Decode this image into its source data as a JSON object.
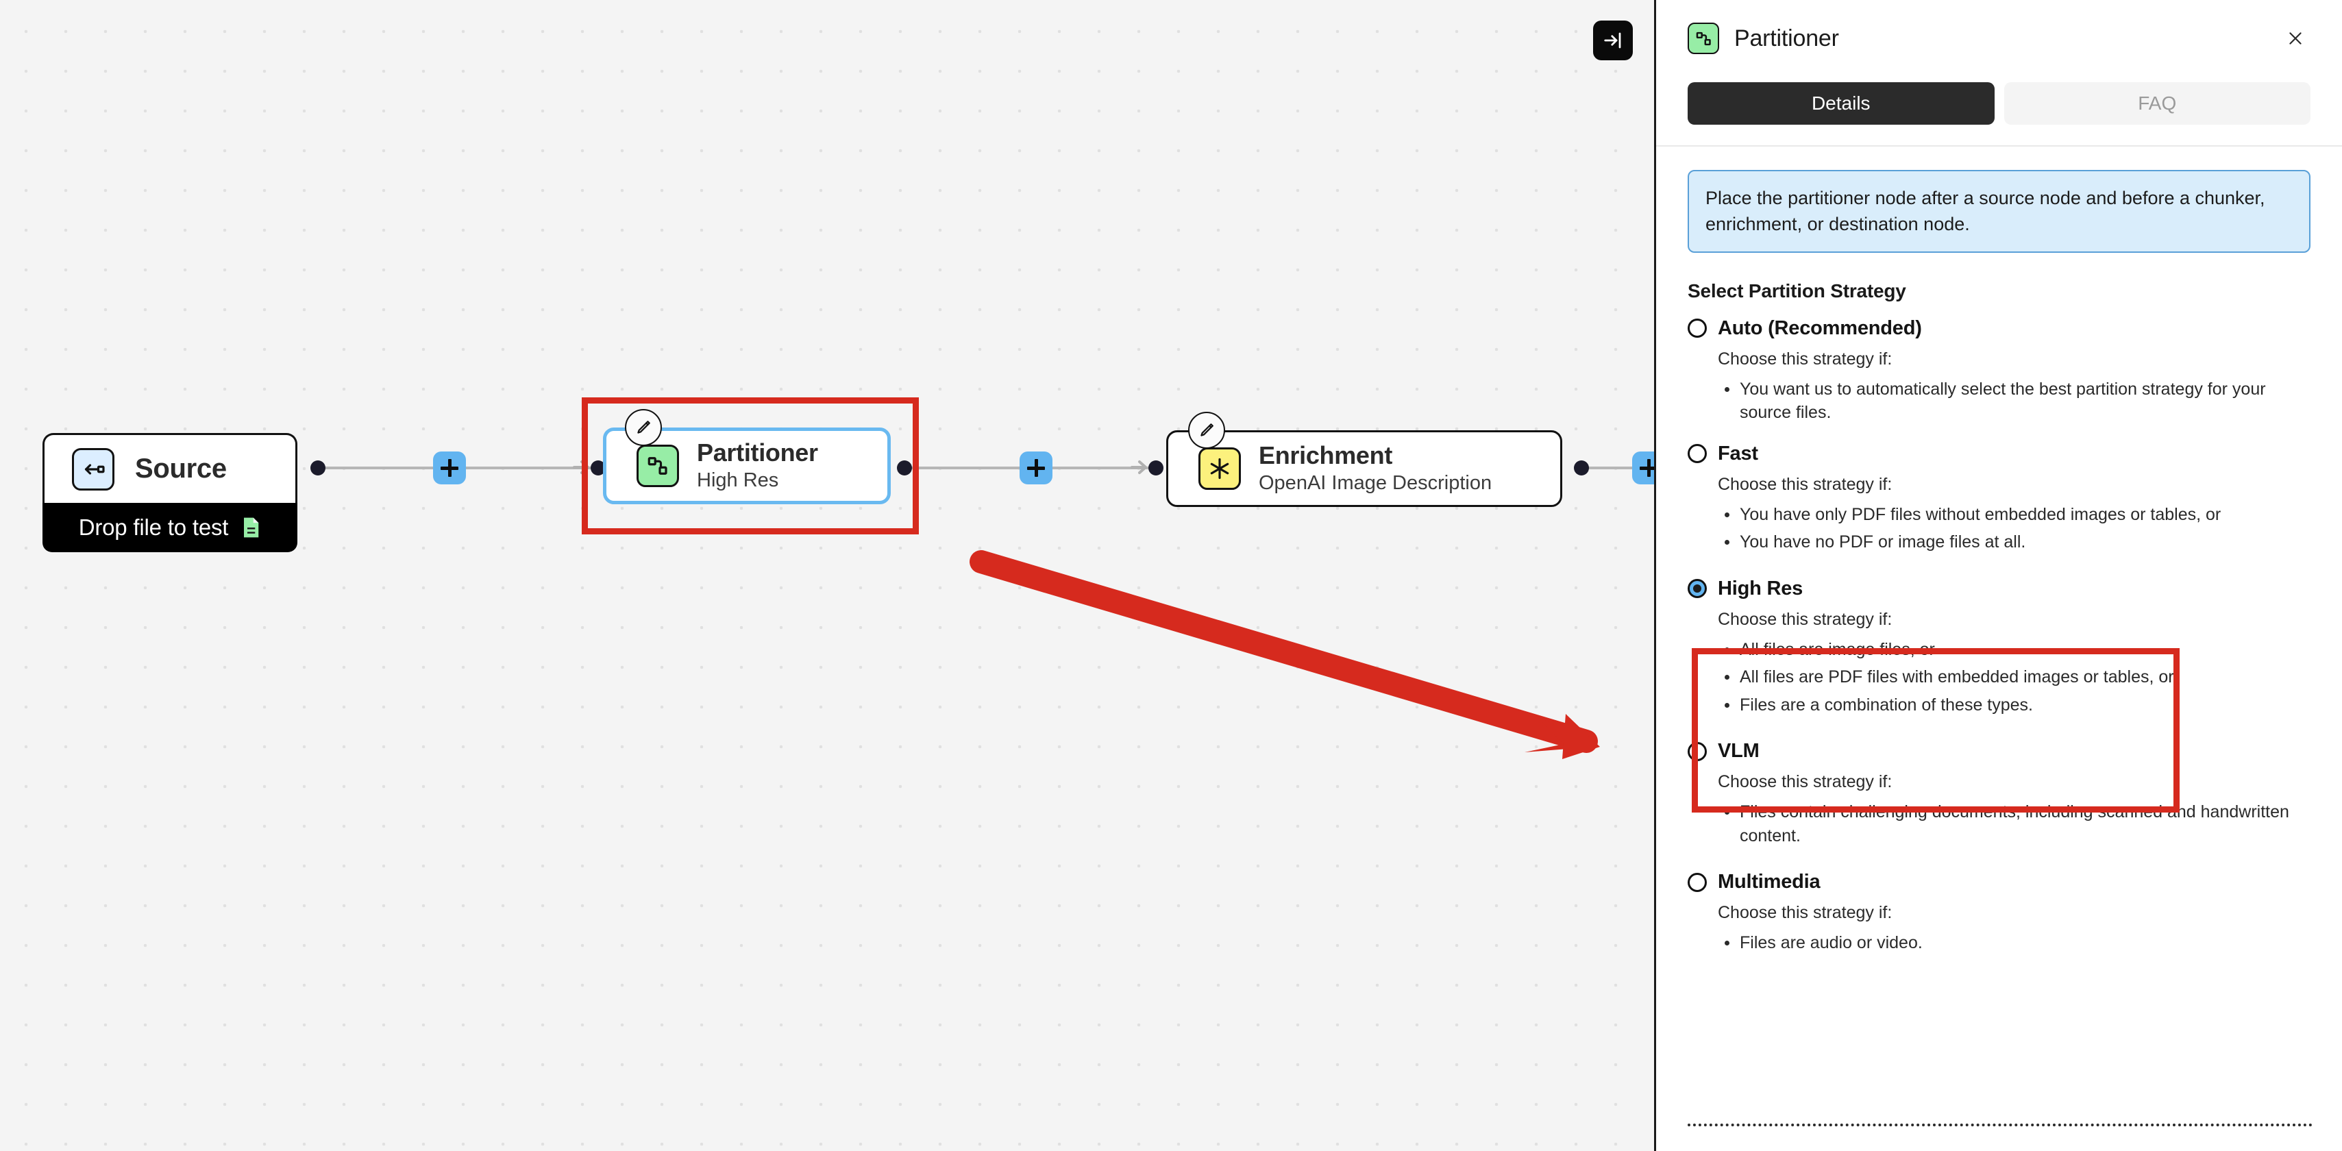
{
  "canvas": {
    "collapse_button_icon": "collapse-panel-icon",
    "nodes": [
      {
        "id": "source",
        "title": "Source",
        "subtitle": "",
        "icon": "source-arrow-icon",
        "icon_color": "#dceeff",
        "drop_label": "Drop file to test",
        "drop_icon": "document-icon"
      },
      {
        "id": "partitioner",
        "title": "Partitioner",
        "subtitle": "High Res",
        "icon": "partitioner-nodes-icon",
        "icon_color": "#97eda6",
        "selected": true
      },
      {
        "id": "enrichment",
        "title": "Enrichment",
        "subtitle": "OpenAI Image Description",
        "icon": "sparkle-asterisk-icon",
        "icon_color": "#fcf17d"
      }
    ],
    "add_node_buttons": [
      "plus-button-1",
      "plus-button-2",
      "plus-button-3"
    ],
    "annotation": {
      "highlight_color": "#d62a1e",
      "arrow": "red-callout-arrow"
    }
  },
  "panel": {
    "title": "Partitioner",
    "icon": "partitioner-nodes-icon",
    "close_icon": "close-icon",
    "tabs": [
      {
        "label": "Details",
        "active": true
      },
      {
        "label": "FAQ",
        "active": false
      }
    ],
    "info_banner": "Place the partitioner node after a source node and before a chunker, enrichment, or destination node.",
    "section_title": "Select Partition Strategy",
    "choose_note": "Choose this strategy if:",
    "strategies": [
      {
        "label": "Auto (Recommended)",
        "selected": false,
        "note": "Choose this strategy if:",
        "bullets": [
          "You want us to automatically select the best partition strategy for your source files."
        ]
      },
      {
        "label": "Fast",
        "selected": false,
        "note": "Choose this strategy if:",
        "bullets": [
          "You have only PDF files without embedded images or tables, or",
          "You have no PDF or image files at all."
        ]
      },
      {
        "label": "High Res",
        "selected": true,
        "note": "Choose this strategy if:",
        "bullets": [
          "All files are image files, or",
          "All files are PDF files with embedded images or tables, or",
          "Files are a combination of these types."
        ]
      },
      {
        "label": "VLM",
        "selected": false,
        "note": "Choose this strategy if:",
        "bullets": [
          "Files contain challenging documents, including scanned and handwritten content."
        ]
      },
      {
        "label": "Multimedia",
        "selected": false,
        "note": "Choose this strategy if:",
        "bullets": [
          "Files are audio or video."
        ]
      }
    ]
  },
  "colors": {
    "accent_blue": "#62b4f0",
    "annotation_red": "#d62a1e",
    "partitioner_green": "#97eda6",
    "enrichment_yellow": "#fcf17d",
    "source_blue": "#dceeff",
    "info_banner_bg": "#d9edfb",
    "canvas_bg": "#f4f4f4"
  }
}
